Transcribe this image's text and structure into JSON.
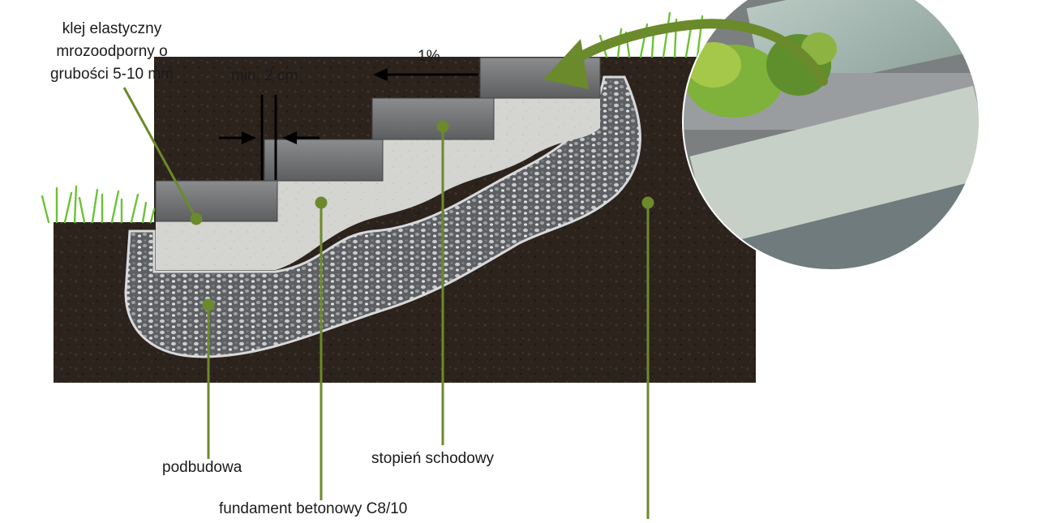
{
  "labels": {
    "adhesive_line1": "klej elastyczny",
    "adhesive_line2": "mrozoodporny o",
    "adhesive_line3": "grubości 5-10 mm",
    "gap": "min. 2 cm",
    "slope": "1%",
    "base": "podbudowa",
    "foundation": "fundament betonowy C8/10",
    "step": "stopień schodowy"
  },
  "colors": {
    "leader": "#6b8a2c",
    "soil": "#2c231d",
    "gravel": "#8d8f92",
    "concrete": "#d2d2cf",
    "step_stone": "#6b6d6e",
    "grass": "#6cc235",
    "arrow": "#000000",
    "curved_arrow": "#6b8a2c"
  },
  "icons": {
    "dimension_arrows": "arrow-pair-icon",
    "slope_arrow": "arrow-left-icon",
    "curved_arrow": "curved-arrow-icon"
  }
}
